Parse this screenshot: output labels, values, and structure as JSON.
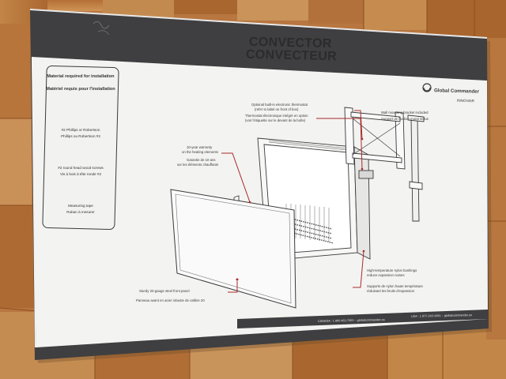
{
  "title": {
    "line1": "CONVECTOR",
    "line2": "CONVECTEUR"
  },
  "materials": {
    "heading_en": "Material required for installation",
    "heading_fr": "Matériel requis pour l'installation",
    "items": [
      {
        "en": "#2 Phillips or Robertson",
        "fr": "Phillips ou Robertson #2",
        "icon": "screwdriver-drill-icon"
      },
      {
        "en": "#2 round head wood screws",
        "fr": "Vis à bois à tête ronde #2",
        "icon": "screw-icon"
      },
      {
        "en": "Measuring tape",
        "fr": "Ruban à mesurer",
        "icon": "measuring-tape-icon"
      }
    ]
  },
  "brand": {
    "name": "Global Commander",
    "sub": "INNOVAIR"
  },
  "callouts": {
    "thermostat_en_1": "Optional built-in electronic thermostat",
    "thermostat_en_2": "(refer to label on front of box)",
    "thermostat_fr_1": "Thermostat électronique intégré en option",
    "thermostat_fr_2": "(voir l'étiquette sur le devant de la boîte)",
    "bracket_en": "Wall mounting bracket included",
    "bracket_fr": "Support de fixation mural inclus",
    "warranty_en_1": "10-year warranty",
    "warranty_en_2": "on the heating elements",
    "warranty_fr_1": "Garantie de 10 ans",
    "warranty_fr_2": "sur les éléments chauffants",
    "panel_en": "Sturdy 20-gauge steel front panel",
    "panel_fr": "Panneau avant en acier robuste de calibre 20",
    "nylon_en_1": "High-temperature nylon bushings",
    "nylon_en_2": "reduce expansion noises",
    "nylon_fr_1": "Supports de nylon haute température",
    "nylon_fr_2": "réduisant les bruits d'expansion"
  },
  "footer": {
    "canada": "CANADA : 1 800 463-7503 – globalcommander.ca",
    "usa": "USA : 1 877-243-3491 – globalcommander.us"
  },
  "colors": {
    "floor": "#b9793f",
    "box_dark": "#3f3f41",
    "box_light": "#f3f3f1",
    "accent_red": "#a82a2a"
  }
}
